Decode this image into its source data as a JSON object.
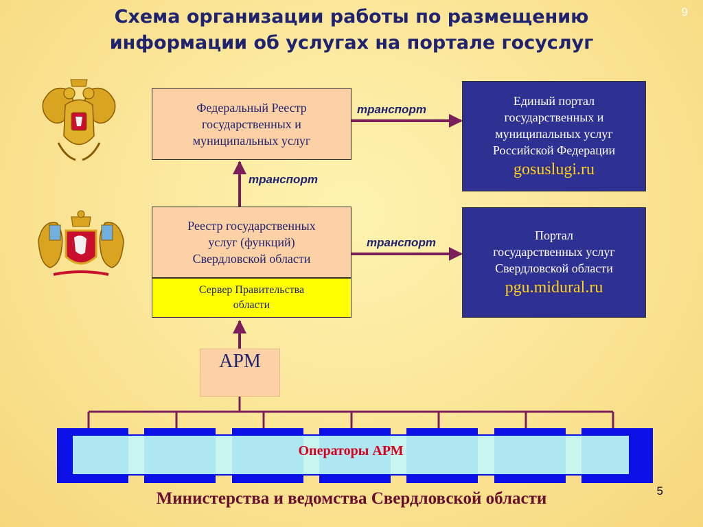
{
  "slide": {
    "number": "9",
    "page": "5",
    "title_line1": "Схема организации работы по размещению",
    "title_line2": "информации об услугах на портале госуслуг"
  },
  "boxes": {
    "federal_registry": [
      "Федеральный Реестр",
      "государственных и",
      "муниципальных услуг"
    ],
    "regional_registry": [
      "Реестр государственных",
      "услуг (функций)",
      "Свердловской области"
    ],
    "server": [
      "Сервер Правительства",
      "области"
    ],
    "unified_portal": {
      "lines": [
        "Единый портал",
        "государственных и",
        "муниципальных услуг",
        "Российской Федерации"
      ],
      "url": "gosuslugi.ru"
    },
    "regional_portal": {
      "lines": [
        "Портал",
        "государственных услуг",
        "Свердловской области"
      ],
      "url": "pgu.midural.ru"
    },
    "arm": "АРМ",
    "operators": "Операторы АРМ"
  },
  "labels": {
    "transport_top": "транспорт",
    "transport_vertical": "транспорт",
    "transport_middle": "транспорт"
  },
  "footer": "Министерства и ведомства Свердловской области",
  "emblems": {
    "russia": "russian-coat-of-arms",
    "sverdlovsk": "sverdlovsk-coat-of-arms"
  },
  "colors": {
    "title": "#1f2370",
    "navy_box": "#2e3192",
    "url": "#ffd21a",
    "connector": "#7a1f5a",
    "operators_text": "#d8001c",
    "footer": "#6b0f2e"
  }
}
